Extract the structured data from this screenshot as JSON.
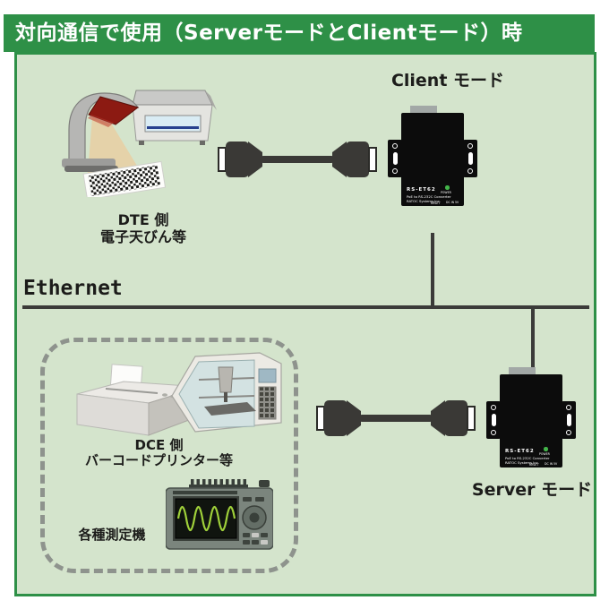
{
  "header": {
    "title": "対向通信で使用（ServerモードとClientモード）時"
  },
  "client": {
    "label": "Client モード"
  },
  "server": {
    "label": "Server モード"
  },
  "ethernet": {
    "label": "Ethernet"
  },
  "dte": {
    "line1": "DTE 側",
    "line2": "電子天びん等"
  },
  "dce": {
    "line1": "DCE 側",
    "line2": "バーコードプリンター等"
  },
  "measuring": {
    "label": "各種測定機"
  },
  "converter": {
    "model": "RS-ET62",
    "product": "PoE to RS-232C Converter",
    "maker": "RATOC Systems,Inc.",
    "power": "POWER",
    "reset": "RESET",
    "dc_in": "DC IN 5V"
  },
  "colors": {
    "header_green": "#2e9047",
    "frame_green": "#2e9047",
    "panel_bg": "#d4e4cc",
    "dash_gray": "#8e938d",
    "bus_line": "#3b3b39",
    "device_black": "#0c0c0c",
    "led_green": "#43b54a",
    "wave_green": "#9fd03a",
    "beam_tan": "#e7cfa2",
    "scanner_window_red": "#8c1a12"
  }
}
